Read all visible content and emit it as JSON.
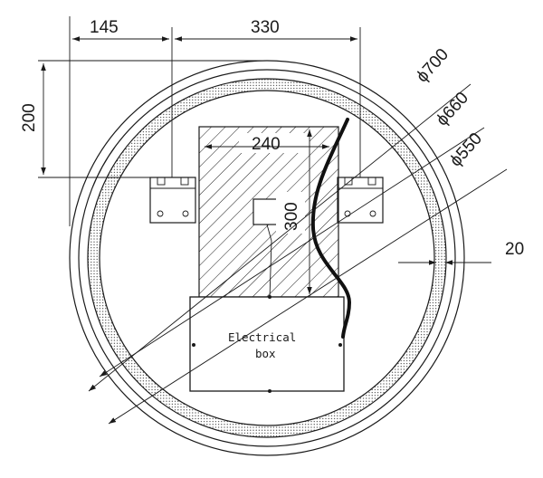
{
  "dimensions": {
    "d145": "145",
    "d330": "330",
    "d200": "200",
    "d240": "240",
    "d300": "300",
    "d700": "ϕ700",
    "d660": "ϕ660",
    "d550": "ϕ550",
    "d20": "20"
  },
  "labels": {
    "box_line1": "Electrical",
    "box_line2": "box"
  },
  "colors": {
    "line": "#1a1a1a",
    "background": "#ffffff"
  }
}
